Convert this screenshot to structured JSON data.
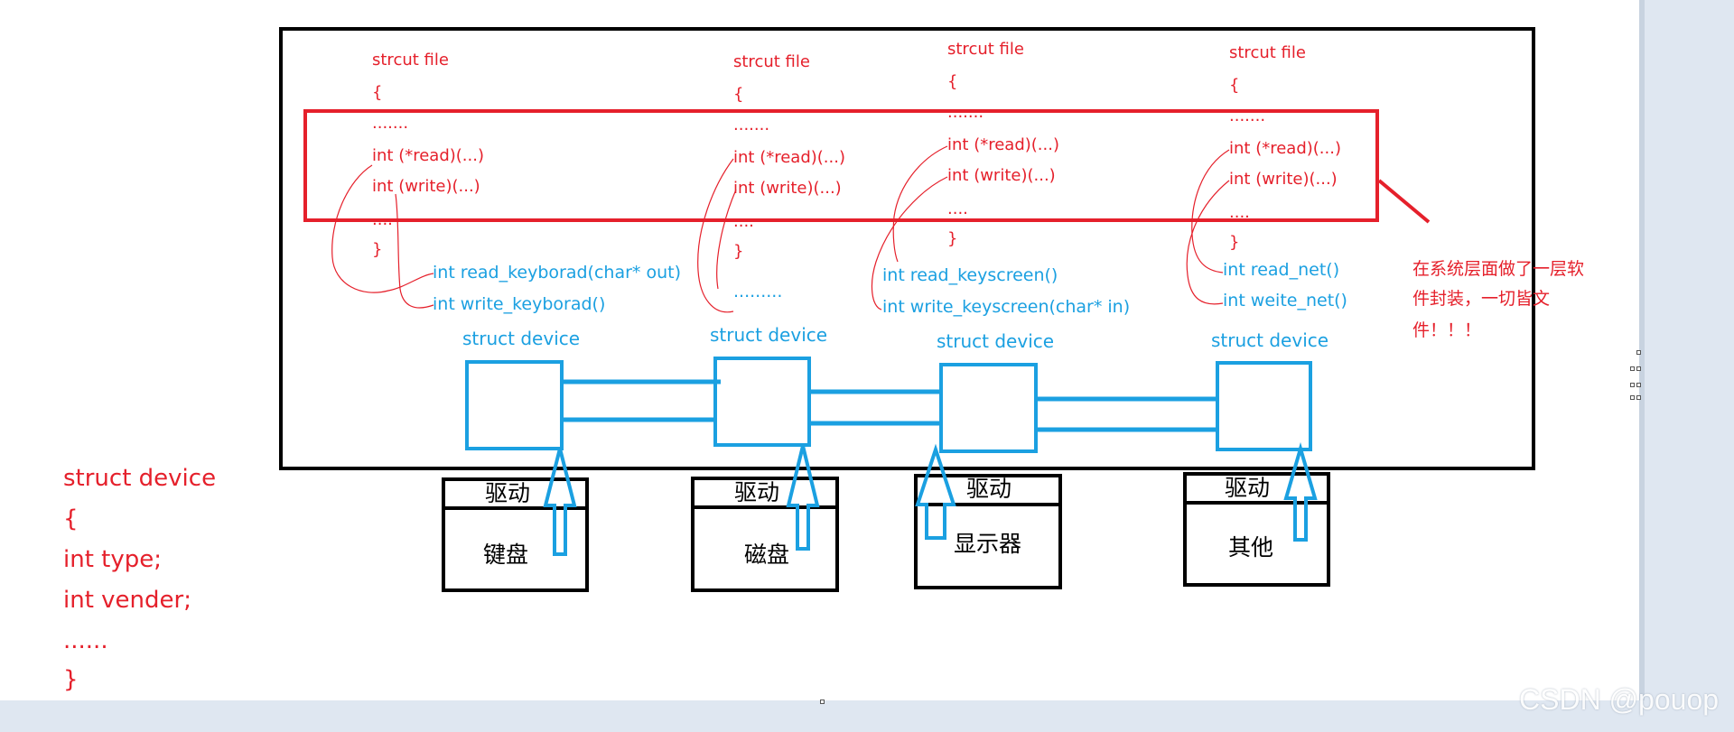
{
  "structs": [
    {
      "head": "strcut file",
      "open": "{",
      "dots": ".......",
      "read": "int (*read)(...)",
      "write": "int (write)(...)",
      "ellipsis": "....",
      "close": "}"
    },
    {
      "head": "strcut file",
      "open": "{",
      "dots": ".......",
      "read": "int (*read)(...)",
      "write": "int (write)(...)",
      "ellipsis": "....",
      "close": "}"
    },
    {
      "head": "strcut file",
      "open": "{",
      "dots": ".......",
      "read": "int (*read)(...)",
      "write": "int (write)(...)",
      "ellipsis": "....",
      "close": "}"
    },
    {
      "head": "strcut file",
      "open": "{",
      "dots": ".......",
      "read": "int (*read)(...)",
      "write": "int (write)(...)",
      "ellipsis": "....",
      "close": "}"
    }
  ],
  "impls": {
    "keyboard_read": "int read_keyborad(char* out)",
    "keyboard_write": "int write_keyborad()",
    "disk_dots": ".........",
    "screen_read": "int read_keyscreen()",
    "screen_write": "int write_keyscreen(char* in)",
    "net_read": "int read_net()",
    "net_write": "int weite_net()"
  },
  "device_label": "struct device",
  "driver_label": "驱动",
  "hardware": [
    "键盘",
    "磁盘",
    "显示器",
    "其他"
  ],
  "note_lines": [
    "在系统层面做了一层软",
    "件封装，一切皆文",
    "件！！！"
  ],
  "def": {
    "line1": "struct device",
    "line2": "{",
    "line3": "int type;",
    "line4": "int vender;",
    "line5": "......",
    "line6": "}"
  },
  "watermark": "CSDN @pouop",
  "colors": {
    "red": "#e5202b",
    "blue": "#1ba0e1",
    "black": "#000000",
    "canvas": "#ffffff",
    "backdrop": "#dfe7f1"
  }
}
